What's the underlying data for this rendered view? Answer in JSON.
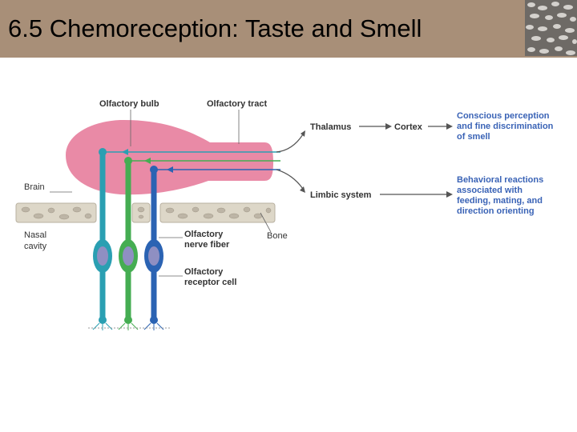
{
  "slide": {
    "title": "6.5 Chemoreception: Taste and Smell"
  },
  "diagram": {
    "labels": {
      "olfactory_bulb": "Olfactory bulb",
      "olfactory_tract": "Olfactory tract",
      "thalamus": "Thalamus",
      "cortex": "Cortex",
      "limbic_system": "Limbic system",
      "brain": "Brain",
      "nasal_cavity": [
        "Nasal",
        "cavity"
      ],
      "bone": "Bone",
      "olfactory_nerve_fiber": [
        "Olfactory",
        "nerve fiber"
      ],
      "olfactory_receptor_cell": [
        "Olfactory",
        "receptor cell"
      ]
    },
    "outcomes": {
      "conscious": [
        "Conscious perception",
        "and fine discrimination",
        "of smell"
      ],
      "behavioral": [
        "Behavioral reactions",
        "associated with",
        "feeding, mating, and",
        "direction orienting"
      ]
    },
    "colors": {
      "title_bar": "#a88f78",
      "bulb": "#e98aa6",
      "bone": "#ddd7c8",
      "cell_teal": "#2a9fb2",
      "cell_green": "#45ad52",
      "cell_blue": "#2b63b3",
      "outcome_text": "#3a63b6"
    }
  }
}
